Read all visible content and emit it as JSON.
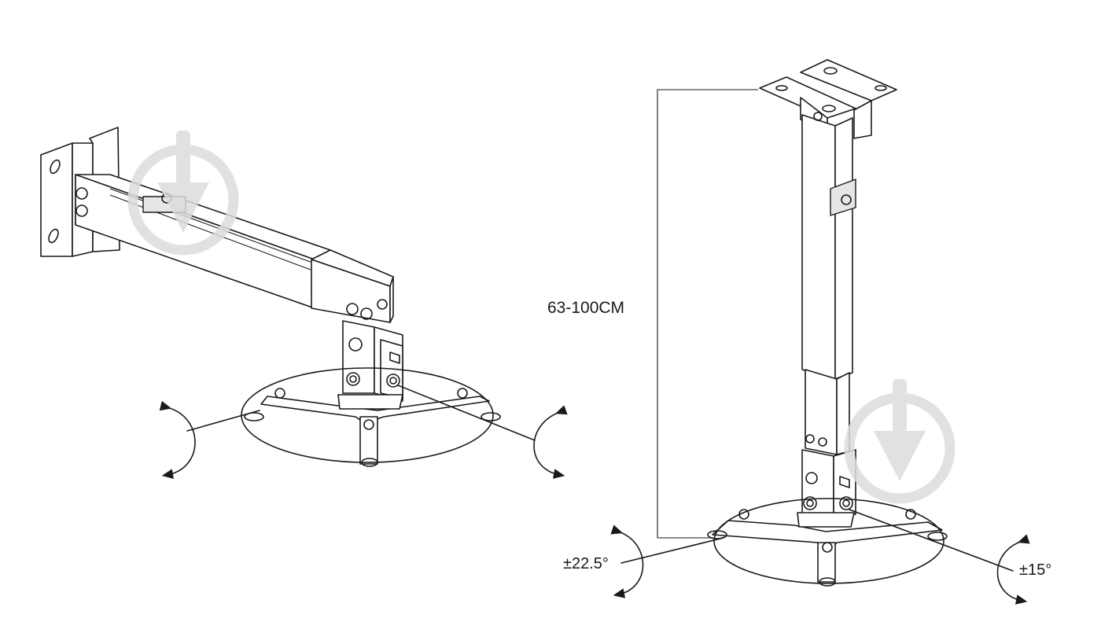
{
  "diagram": {
    "labels": {
      "length_range": "63-100CM",
      "tilt_angle": "±22.5°",
      "swivel_angle": "±15°"
    },
    "icons": [
      "watermark-icon",
      "rotation-arrow-icon"
    ]
  }
}
